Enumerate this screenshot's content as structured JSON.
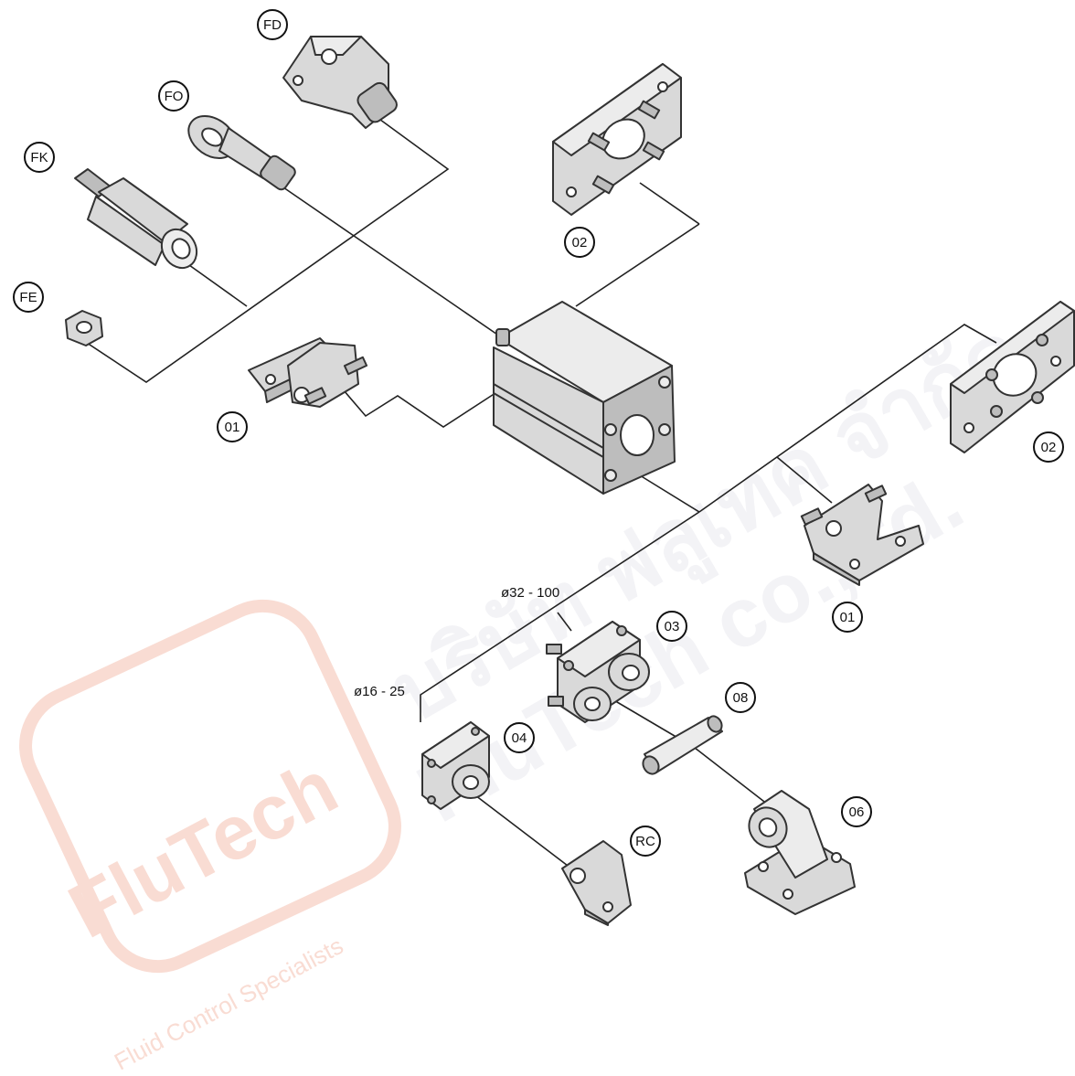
{
  "watermark": {
    "brand": "FluTech",
    "tagline": "Fluid Control Specialists",
    "thai_line": "บริษัท ฟลูเทค จำกัด",
    "en_line": "FluTech co.,ltd.",
    "color": "#f7c9bd"
  },
  "callouts": {
    "fd": "FD",
    "fo": "FO",
    "fk": "FK",
    "fe": "FE",
    "flange_top": "02",
    "foot_left": "01",
    "flange_right": "02",
    "foot_right": "01",
    "clevis_03": "03",
    "pin_08": "08",
    "clevis_04": "04",
    "bracket_rc": "RC",
    "bracket_06": "06"
  },
  "dimensions": {
    "large_bore": "ø32 - 100",
    "small_bore": "ø16 - 25"
  }
}
